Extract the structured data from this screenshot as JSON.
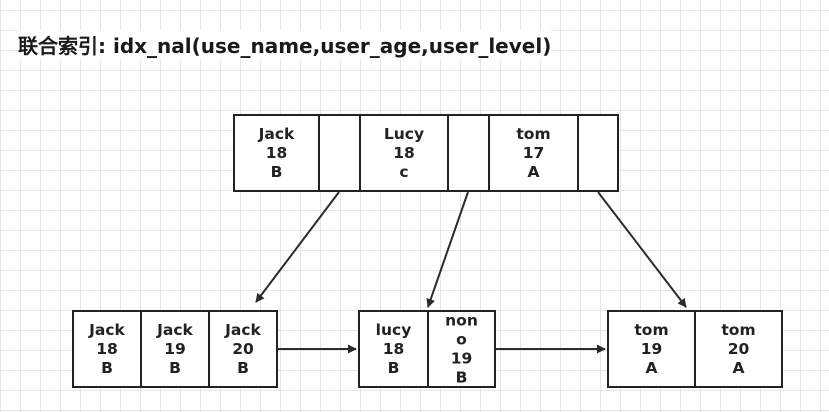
{
  "title": "联合索引: idx_nal(use_name,user_age,user_level)",
  "root_node": {
    "cells": [
      {
        "lines": [
          "Jack",
          "18",
          "B"
        ]
      },
      {
        "lines": []
      },
      {
        "lines": [
          "Lucy",
          "18",
          "c"
        ]
      },
      {
        "lines": []
      },
      {
        "lines": [
          "tom",
          "17",
          "A"
        ]
      },
      {
        "lines": []
      }
    ]
  },
  "leaf_nodes": [
    {
      "cells": [
        {
          "lines": [
            "Jack",
            "18",
            "B"
          ]
        },
        {
          "lines": [
            "Jack",
            "19",
            "B"
          ]
        },
        {
          "lines": [
            "Jack",
            "20",
            "B"
          ]
        }
      ]
    },
    {
      "cells": [
        {
          "lines": [
            "lucy",
            "18",
            "B"
          ]
        },
        {
          "lines": [
            "non",
            "o",
            "19",
            "B"
          ]
        }
      ]
    },
    {
      "cells": [
        {
          "lines": [
            "tom",
            "19",
            "A"
          ]
        },
        {
          "lines": [
            "tom",
            "20",
            "A"
          ]
        }
      ]
    }
  ]
}
